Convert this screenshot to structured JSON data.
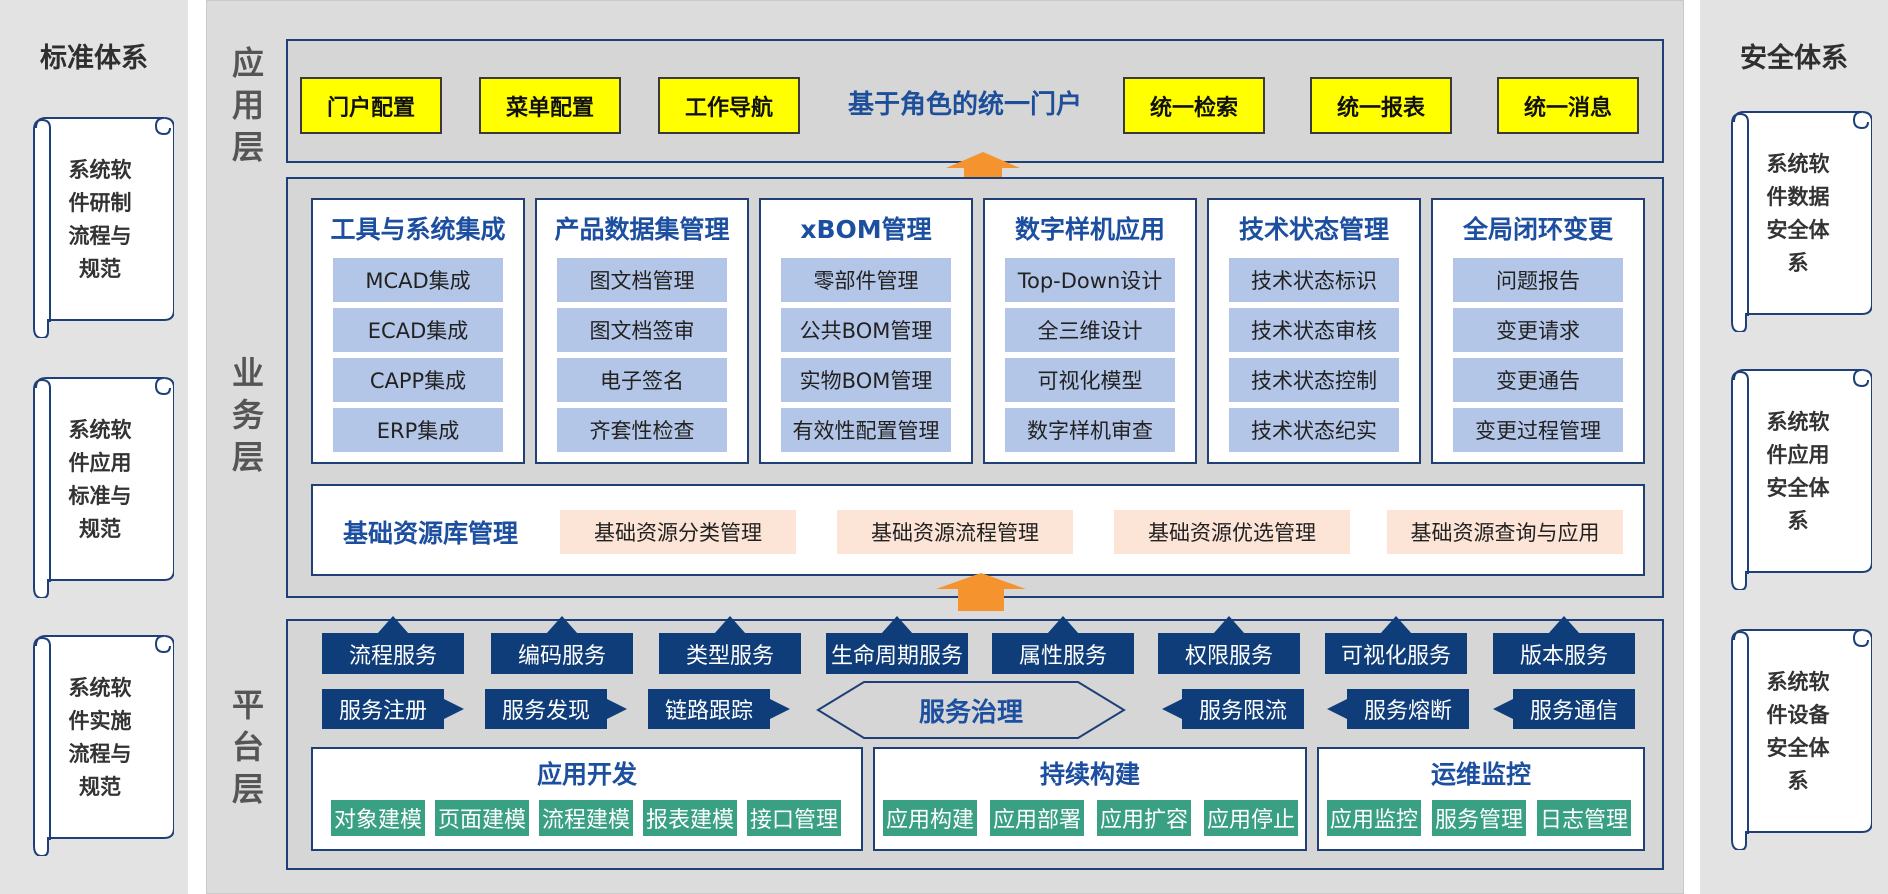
{
  "left_column": {
    "title": "标准体系",
    "scrolls": [
      "系统软件研制流程与规范",
      "系统软件应用标准与规范",
      "系统软件实施流程与规范"
    ]
  },
  "right_column": {
    "title": "安全体系",
    "scrolls": [
      "系统软件数据安全体系",
      "系统软件应用安全体系",
      "系统软件设备安全体系"
    ]
  },
  "layers": {
    "application": "应用层",
    "business": "业务层",
    "platform": "平台层"
  },
  "application_layer": {
    "portal_title": "基于角色的统一门户",
    "buttons_left": [
      "门户配置",
      "菜单配置",
      "工作导航"
    ],
    "buttons_right": [
      "统一检索",
      "统一报表",
      "统一消息"
    ]
  },
  "business_layer": {
    "modules": [
      {
        "title": "工具与系统集成",
        "items": [
          "MCAD集成",
          "ECAD集成",
          "CAPP集成",
          "ERP集成"
        ]
      },
      {
        "title": "产品数据集管理",
        "items": [
          "图文档管理",
          "图文档签审",
          "电子签名",
          "齐套性检查"
        ]
      },
      {
        "title": "xBOM管理",
        "items": [
          "零部件管理",
          "公共BOM管理",
          "实物BOM管理",
          "有效性配置管理"
        ]
      },
      {
        "title": "数字样机应用",
        "items": [
          "Top-Down设计",
          "全三维设计",
          "可视化模型",
          "数字样机审查"
        ]
      },
      {
        "title": "技术状态管理",
        "items": [
          "技术状态标识",
          "技术状态审核",
          "技术状态控制",
          "技术状态纪实"
        ]
      },
      {
        "title": "全局闭环变更",
        "items": [
          "问题报告",
          "变更请求",
          "变更通告",
          "变更过程管理"
        ]
      }
    ],
    "resource": {
      "title": "基础资源库管理",
      "items": [
        "基础资源分类管理",
        "基础资源流程管理",
        "基础资源优选管理",
        "基础资源查询与应用"
      ]
    }
  },
  "platform_layer": {
    "services": [
      "流程服务",
      "编码服务",
      "类型服务",
      "生命周期服务",
      "属性服务",
      "权限服务",
      "可视化服务",
      "版本服务"
    ],
    "governance_center": "服务治理",
    "governance_left": [
      "服务注册",
      "服务发现",
      "链路跟踪"
    ],
    "governance_right": [
      "服务限流",
      "服务熔断",
      "服务通信"
    ],
    "groups": [
      {
        "title": "应用开发",
        "items": [
          "对象建模",
          "页面建模",
          "流程建模",
          "报表建模",
          "接口管理"
        ]
      },
      {
        "title": "持续构建",
        "items": [
          "应用构建",
          "应用部署",
          "应用扩容",
          "应用停止"
        ]
      },
      {
        "title": "运维监控",
        "items": [
          "应用监控",
          "服务管理",
          "日志管理"
        ]
      }
    ]
  },
  "colors": {
    "navy": "#0f3d7a",
    "yellow": "#ffff00",
    "light_blue": "#b4c6e7",
    "peach": "#fce4d6",
    "green": "#3aa083",
    "orange": "#f5932f"
  }
}
